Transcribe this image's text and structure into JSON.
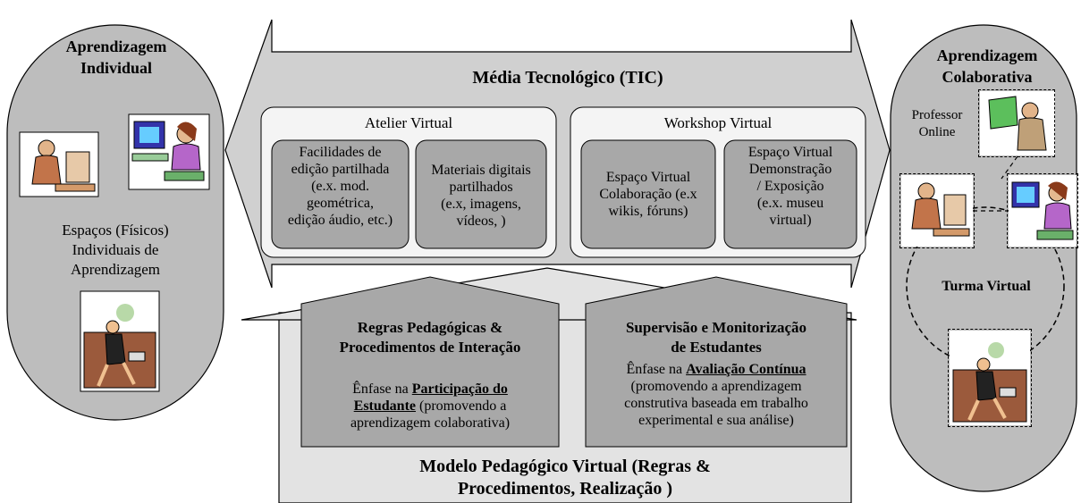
{
  "left_panel": {
    "title_line1": "Aprendizagem",
    "title_line2": "Individual",
    "spaces_line1": "Espaços (Físicos)",
    "spaces_line2": "Individuais de",
    "spaces_line3": "Aprendizagem"
  },
  "right_panel": {
    "title_line1": "Aprendizagem",
    "title_line2": "Colaborativa",
    "professor_line1": "Professor",
    "professor_line2": "Online",
    "class_label": "Turma Virtual"
  },
  "media": {
    "title": "Média Tecnológico (TIC)",
    "atelier": {
      "title": "Atelier Virtual",
      "box1": [
        "Facilidades de",
        "edição partilhada",
        "(e.x. mod.",
        "geométrica,",
        "edição áudio, etc.)"
      ],
      "box2": [
        "Materiais digitais",
        "partilhados",
        "(e.x, imagens,",
        "vídeos, )"
      ]
    },
    "workshop": {
      "title": "Workshop Virtual",
      "box1": [
        "Espaço Virtual",
        "Colaboração (e.x",
        "wikis, fóruns)"
      ],
      "box2": [
        "Espaço Virtual",
        "Demonstração",
        "/ Exposição",
        "(e.x. museu",
        "virtual)"
      ]
    }
  },
  "pedagogy": {
    "rules": {
      "title_line1": "Regras Pedagógicas  &",
      "title_line2": "Procedimentos de Interação",
      "emph_prefix": "Ênfase na ",
      "emph_link": "Participação do",
      "emph_link2": "Estudante",
      "emph_rest": " (promovendo a",
      "line_last": "aprendizagem colaborativa)"
    },
    "supervision": {
      "title_line1": "Supervisão e Monitorização",
      "title_line2": "de Estudantes",
      "emph_prefix": "Ênfase na ",
      "emph_link": "Avaliação Contínua",
      "line2": "(promovendo a aprendizagem",
      "line3": "construtiva baseada em trabalho",
      "line4": "experimental e sua análise)"
    },
    "model_line1": "Modelo Pedagógico Virtual (Regras &",
    "model_line2": "Procedimentos, Realização )"
  },
  "colors": {
    "panel_gray": "#bfbfbf",
    "arrow_gray": "#d4d4d4",
    "inner_box_gray": "#a6a6a6",
    "light_box": "#f2f2f2"
  }
}
